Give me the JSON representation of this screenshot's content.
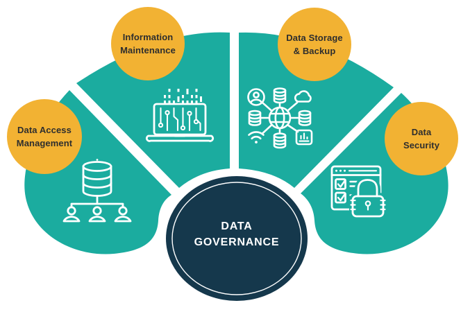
{
  "diagram": {
    "center": {
      "title_line1": "DATA",
      "title_line2": "GOVERNANCE"
    },
    "segments": [
      {
        "id": "data-access-management",
        "label": "Data Access Management",
        "label_line1": "Data Access",
        "label_line2": "Management",
        "icon": "database-users-hierarchy-icon"
      },
      {
        "id": "information-maintenance",
        "label": "Information Maintenance",
        "label_line1": "Information",
        "label_line2": "Maintenance",
        "icon": "laptop-circuit-icon"
      },
      {
        "id": "data-storage-backup",
        "label": "Data Storage & Backup",
        "label_line1": "Data Storage",
        "label_line2": "& Backup",
        "icon": "network-storage-globe-icon"
      },
      {
        "id": "data-security",
        "label": "Data Security",
        "label_line1": "Data",
        "label_line2": "Security",
        "icon": "checklist-padlock-icon"
      }
    ],
    "colors": {
      "teal": "#1BAC9F",
      "yellow": "#F2B233",
      "navy": "#15384C",
      "label_text": "#2E2E2E",
      "icon_stroke": "#FFFFFF"
    }
  }
}
